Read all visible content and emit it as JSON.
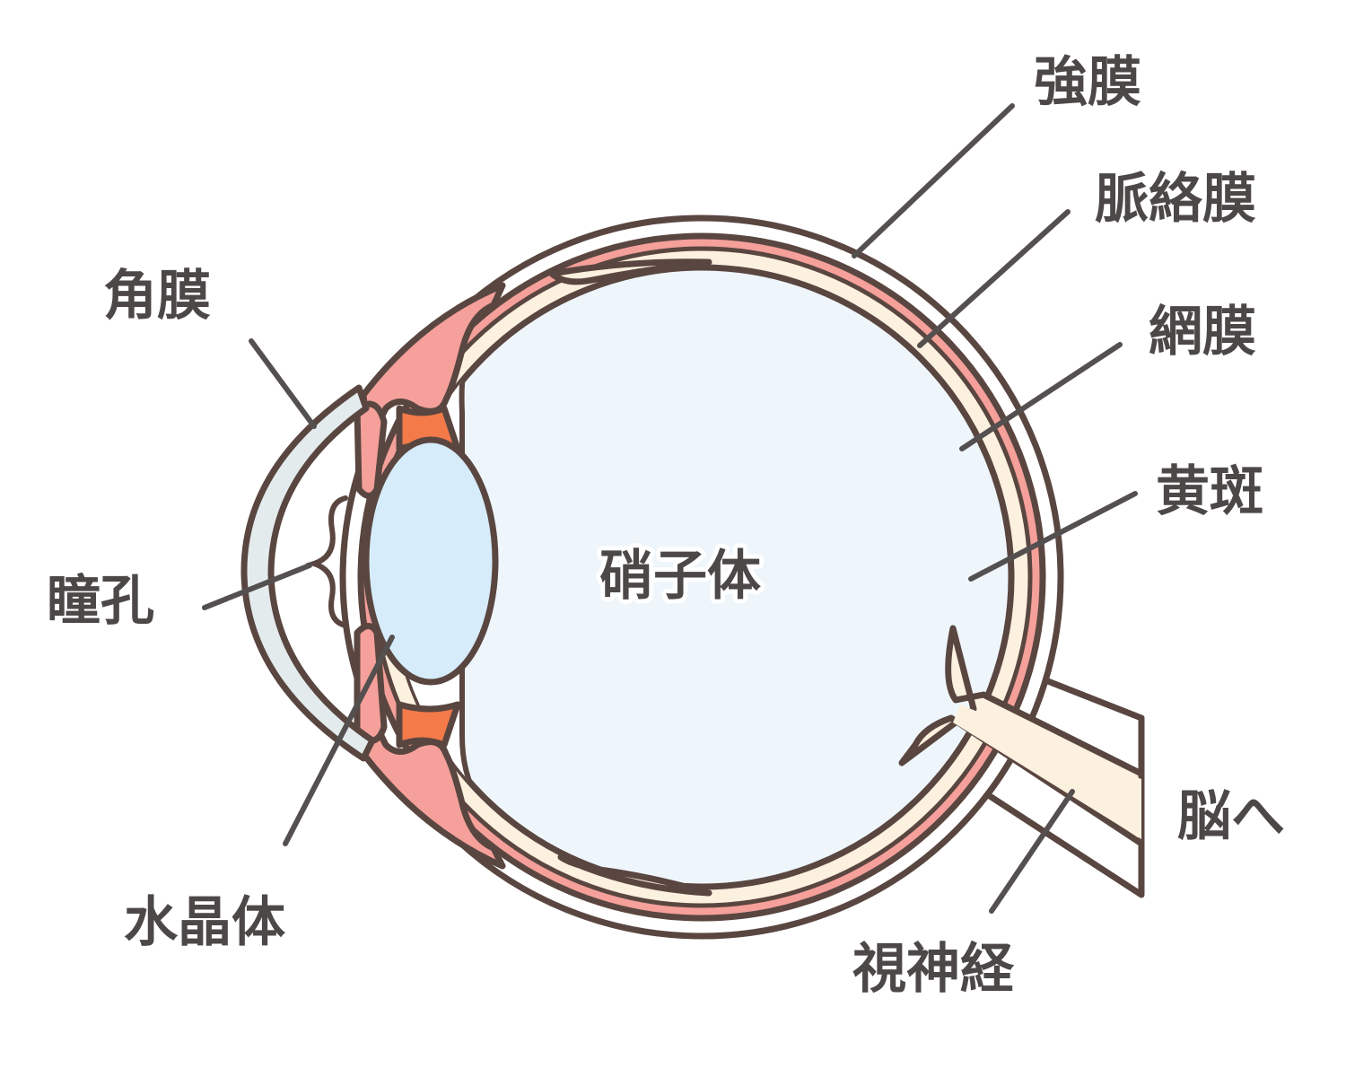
{
  "title": "眼球の構造",
  "labels": {
    "sclera": "強膜",
    "choroid": "脈絡膜",
    "retina": "網膜",
    "macula": "黄斑",
    "to_brain": "脳へ",
    "optic_nerve": "視神経",
    "lens": "水晶体",
    "pupil": "瞳孔",
    "cornea": "角膜",
    "vitreous": "硝子体"
  },
  "colors": {
    "outline": "#5a4640",
    "choroid": "#f5a09a",
    "ciliary_muscle": "#f47a4a",
    "retina": "#fcf0df",
    "vitreous": "#eef6fc",
    "lens": "#d6ecfa",
    "cornea": "#e3ebed",
    "label": "#4d4848"
  }
}
